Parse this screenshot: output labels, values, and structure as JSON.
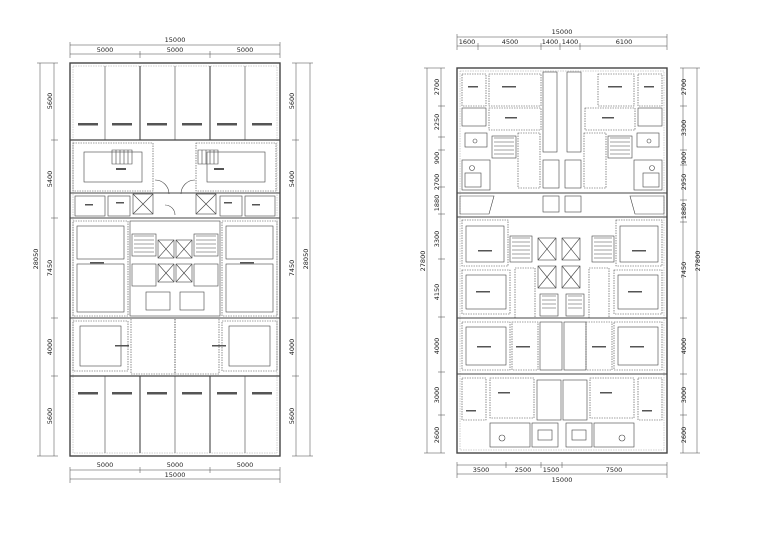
{
  "plan_left": {
    "top_total": "15000",
    "top_segments": [
      "5000",
      "5000",
      "5000"
    ],
    "bottom_segments": [
      "5000",
      "5000",
      "5000"
    ],
    "bottom_total": "15000",
    "left_segments": [
      "5600",
      "5400",
      "7450",
      "4000",
      "5600"
    ],
    "left_total": "28050",
    "right_segments": [
      "5600",
      "5400",
      "7450",
      "4000",
      "5600"
    ],
    "right_total": "28050"
  },
  "plan_right": {
    "top_total": "15000",
    "top_segments": [
      "1600",
      "4500",
      "1400",
      "1400",
      "6100"
    ],
    "bottom_segments": [
      "3500",
      "2500",
      "1500",
      "7500"
    ],
    "bottom_total": "15000",
    "left_segments": [
      "2700",
      "2250",
      "900",
      "2700",
      "1880",
      "3300",
      "4150",
      "4000",
      "3000",
      "2600"
    ],
    "left_total": "27800",
    "right_segments": [
      "2700",
      "3300",
      "900",
      "2950",
      "1880",
      "7450",
      "4000",
      "3000",
      "2600"
    ],
    "right_total": "27800"
  }
}
